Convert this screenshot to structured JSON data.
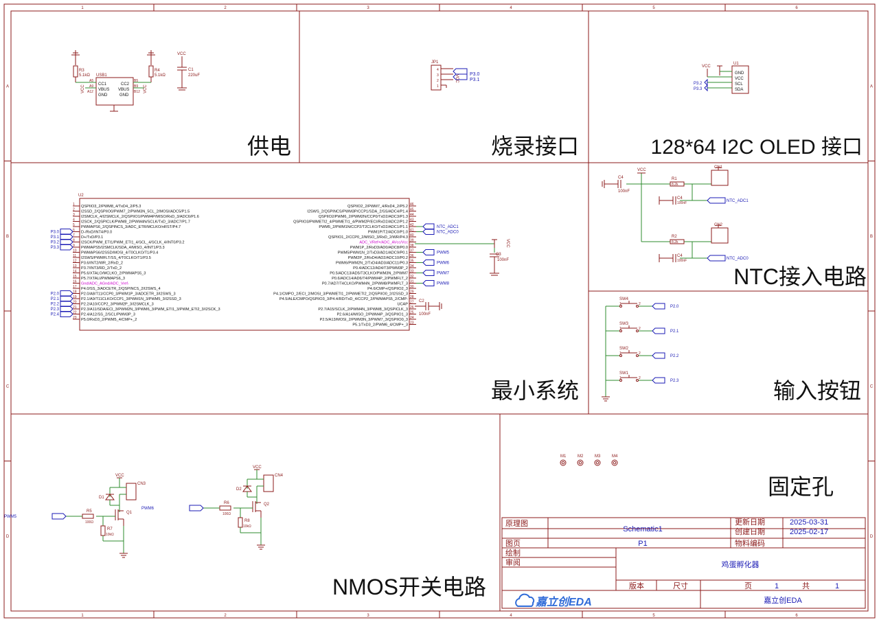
{
  "sheet": {
    "border_columns": [
      "1",
      "2",
      "3",
      "4",
      "5",
      "6"
    ],
    "border_rows": [
      "A",
      "B",
      "C",
      "D"
    ],
    "colors": {
      "border": "#8b1a1a",
      "wire": "#2e8b2e",
      "part": "#8b1a1a",
      "net_label": "#1a1ab4",
      "power_pin": "#cc00cc",
      "background": "#ffffff"
    }
  },
  "blocks": {
    "power": {
      "title": "供电",
      "labels": {
        "r3": "R3",
        "r3_val": "5.1kΩ",
        "r4": "R4",
        "r4_val": "5.1kΩ",
        "usb": "USB1",
        "cc1": "CC1",
        "cc2": "CC2",
        "vbus1": "VBUS",
        "vbus2": "VBUS",
        "gnd1": "GND",
        "gnd2": "GND",
        "a5": "A5",
        "b5": "B5",
        "a9": "A9",
        "b9": "B9",
        "a12": "A12",
        "b12": "B12",
        "vcc1": "VCC",
        "vcc2": "VCC",
        "vcc3": "VCC",
        "c1": "C1",
        "c1_val": "220uF"
      }
    },
    "programming": {
      "title": "烧录接口",
      "labels": {
        "jp1": "JP1",
        "pin_nums": [
          "4",
          "3",
          "2",
          "1"
        ],
        "vcc": "VCC",
        "p30": "P3.0",
        "p31": "P3.1"
      }
    },
    "oled": {
      "title": "128*64 I2C OLED 接口",
      "labels": {
        "u1": "U1",
        "vcc_net": "VCC",
        "pins": [
          "GND",
          "VCC",
          "SCL",
          "SDA"
        ],
        "p32": "P3.2",
        "p33": "P3.3"
      }
    },
    "mcu": {
      "title": "最小系统",
      "ref": "U2",
      "left_pins": [
        {
          "num": "1",
          "name": "QSPIIO3_2/PWM8_4/TxD4_2/P5.3",
          "net": ""
        },
        {
          "num": "2",
          "name": "I2SSD_2/QSPIIO0/PWM7_2/PWM3N_5CL_2/MOSI/ADC5/P1.5",
          "net": ""
        },
        {
          "num": "3",
          "name": "I2SMCLK_4/I2SMCLK_2/QSPIIO1/PWM4P/MISO/RxD_3/ADC6/P1.6",
          "net": ""
        },
        {
          "num": "4",
          "name": "I2SCK_2/QSPICLK/PWM8_2/PWM4N/SCLK/TxD_3/ADC7/P1.7",
          "net": ""
        },
        {
          "num": "5",
          "name": "PWMAPS6_2/QSPINCS_3/ADC_ETR/MCLKO/nRST/P4.7",
          "net": ""
        },
        {
          "num": "6",
          "name": "D-/RxD/INT4/P3.0",
          "net": "P3.0"
        },
        {
          "num": "7",
          "name": "D+/TxD/P3.1",
          "net": "P3.1"
        },
        {
          "num": "8",
          "name": "I2SCK/PWM_ETI1/PWM_ETI1_4/SCL_4/SCLK_4/INT0/P3.2",
          "net": "P3.2"
        },
        {
          "num": "9",
          "name": "PWMAPS5/I2SMCLK/SDA_4/MISO_4/INT1/P3.3",
          "net": "P3.3"
        },
        {
          "num": "10",
          "name": "PWMAPS6/I2SSD/MOSI_4/T0CLKO/T1/P3.4",
          "net": ""
        },
        {
          "num": "11",
          "name": "I2SWS/PWMFLT/SS_4/T0CLKO/T1/P3.5",
          "net": ""
        },
        {
          "num": "12",
          "name": "P3.6/INT2/WR_2/RxD_2",
          "net": ""
        },
        {
          "num": "13",
          "name": "P3.7/INT3/RD_2/TxD_2",
          "net": ""
        },
        {
          "num": "14",
          "name": "P5.6/XTALO/MCLKO_2/PWMAPS5_3",
          "net": ""
        },
        {
          "num": "15",
          "name": "P5.7/XTALI/PWMAPS6_3",
          "net": ""
        },
        {
          "num": "16",
          "name": "Gnd/ADC_AGnd/ADC_Vref-",
          "net": ""
        },
        {
          "num": "17",
          "name": "P4.0/SS_3/ADCETR_2/QSPINCS_2/I2SWS_4",
          "net": ""
        },
        {
          "num": "18",
          "name": "P2.0/A8/T11/CCP0_3/PWM1P_3/ADCETR_3/I2SWS_3",
          "net": "P2.0"
        },
        {
          "num": "19",
          "name": "P2.1/A9/T11CLKO/CCP1_3/PWM1N_3/PWM5_3/I2SSD_3",
          "net": "P2.1"
        },
        {
          "num": "20",
          "name": "P2.2/A10/CCP2_3/PWM2P_3/I2SMCLK_3",
          "net": "P2.2"
        },
        {
          "num": "21",
          "name": "P2.3/A11/SDA/ECI_3/PWM2N_3/PWM6_3/PWM_ETI1_3/PWM_ETI2_3/I2SCK_3",
          "net": "P2.3"
        },
        {
          "num": "22",
          "name": "P2.4/A12/SS_2/SCL/PWM3P_3",
          "net": "P2.4"
        },
        {
          "num": "23",
          "name": "P5.0/RxD3_2/PWM5_4/CMP+_2",
          "net": ""
        }
      ],
      "right_pins": [
        {
          "num": "46",
          "name": "QSPIIO2_2/PWM7_4/RxD4_2/P5.2",
          "net": ""
        },
        {
          "num": "45",
          "name": "I2SWS_2/QSPINCS/PWM3P/CCP1/SDA_2/SS/ADC4/P1.4",
          "net": ""
        },
        {
          "num": "44",
          "name": "QSPIIO2/PWM6_2/PWM2N/CCP0/TxD2/ADC3/P1.3",
          "net": ""
        },
        {
          "num": "43",
          "name": "QSPIIO3/PWMETI2_4/PWMETI1_4/PWM2P/ECI/RxD2/ADC2/P1.2",
          "net": ""
        },
        {
          "num": "42",
          "name": "PWM5_2/PWM1N/CCP2/T2CLKO/TxD2/ADC1/P1.1",
          "net": "NTC_ADC1"
        },
        {
          "num": "41",
          "name": "PWM1P/T2/ADC0/P1.0",
          "net": "NTC_ADC0"
        },
        {
          "num": "40",
          "name": "QSPIIO1_2/CCP0_2/MISO_3/RxD_2/WR/P4.3",
          "net": ""
        },
        {
          "num": "39",
          "name": "ADC_VRef+/ADC_AVcc/Vcc",
          "net": "VCC"
        },
        {
          "num": "38",
          "name": "PWM1P_2/RxD3/AD0/ADC8/P0.0",
          "net": ""
        },
        {
          "num": "37",
          "name": "PWM5/PWM1N_2/TxD3/AD1/ADC9/P0.1",
          "net": "PWM5"
        },
        {
          "num": "36",
          "name": "PWM2P_2/RxD4/AD2/ADC10/P0.2",
          "net": ""
        },
        {
          "num": "35",
          "name": "PWM6/PWM2N_2/TxD4/AD3/ADC11/P0.3",
          "net": "PWM6"
        },
        {
          "num": "34",
          "name": "P0.4/ADC12/AD4/T3/PWM3P_2",
          "net": ""
        },
        {
          "num": "33",
          "name": "P0.5/ADC13/AD5/T3CLKO/PWM3N_2/PWM7",
          "net": "PWM7"
        },
        {
          "num": "32",
          "name": "P0.6/ADC14/AD6/T4/PWM4P_2/PWMFLT_2",
          "net": ""
        },
        {
          "num": "31",
          "name": "P0.7/AD7/T4CLKO/PWM4N_2/PWM8/PWMFLT_3",
          "net": "PWM8"
        },
        {
          "num": "30",
          "name": "P4.6/CMP+/QSPIIO2_3",
          "net": ""
        },
        {
          "num": "29",
          "name": "P4.1/CMPO_2/ECI_2/MOSI_3/PWMETI1_2/PWMETI2_2/QSPIIO0_2/I2SSD_3",
          "net": ""
        },
        {
          "num": "28",
          "name": "P4.5/ALE/CMPO/QSPIIO3_3/P4.4/RD/TxD_4/CCP2_2/PWMAPS5_2/CMP-",
          "net": ""
        },
        {
          "num": "27",
          "name": "UCAP",
          "net": ""
        },
        {
          "num": "26",
          "name": "P2.7/A15/SCLK_2/PWM4N_3/PWM8_3/QSPICLK_3",
          "net": ""
        },
        {
          "num": "25",
          "name": "P2.6/A14/MISO_2/PWM4P_3/QSPIIO1_3",
          "net": ""
        },
        {
          "num": "24",
          "name": "P2.5/A13/MOSI_2/PWM3N_3/PWM7_3/QSPIIO0_3",
          "net": ""
        },
        {
          "num": "23b",
          "name": "P5.1/TxD3_2/PWM6_4/CMP+_3",
          "net": ""
        }
      ],
      "labels": {
        "c3": "C3",
        "c3_val": "100nF",
        "c2": "C2",
        "c2_val": "100nF",
        "vcc": "VCC"
      }
    },
    "ntc": {
      "title": "NTC接入电路",
      "labels": {
        "vcc": "VCC",
        "c4a": "C4",
        "c4a_val": "100nF",
        "r1": "R1",
        "r1_val": "8.2k",
        "cn1": "CN1",
        "c4b": "C4",
        "c4b_val": "100nF",
        "adc1": "NTC_ADC1",
        "r2": "R2",
        "r2_val": "8.2k",
        "cn2": "CN2",
        "c4c": "C4",
        "c4c_val": "100nF",
        "adc0": "NTC_ADC0"
      }
    },
    "buttons": {
      "title": "输入按钮",
      "switches": [
        {
          "ref": "SW4",
          "net": "P2.0"
        },
        {
          "ref": "SW3",
          "net": "P2.1"
        },
        {
          "ref": "SW2",
          "net": "P2.2"
        },
        {
          "ref": "SW1",
          "net": "P2.3"
        }
      ]
    },
    "nmos": {
      "title": "NMOS开关电路",
      "left": {
        "vcc": "VCC",
        "cn": "CN3",
        "d": "D1",
        "q": "Q1",
        "r_gate": "R5",
        "r_gate_val": "100Ω",
        "r_pd": "R7",
        "r_pd_val": "10kΩ",
        "in": "PWM5"
      },
      "right": {
        "vcc": "VCC",
        "cn": "CN4",
        "d": "D2",
        "q": "Q2",
        "r_gate": "R6",
        "r_gate_val": "100Ω",
        "r_pd": "R8",
        "r_pd_val": "10kΩ",
        "in": "PWM6"
      }
    },
    "mounting": {
      "title": "固定孔",
      "holes": [
        "M1",
        "M2",
        "M3",
        "M4"
      ]
    }
  },
  "title_block": {
    "schematic_label": "原理图",
    "schematic_value": "Schematic1",
    "page_label": "图页",
    "page_value": "P1",
    "drawn_label": "绘制",
    "review_label": "审阅",
    "updated_label": "更新日期",
    "updated_value": "2025-03-31",
    "created_label": "创建日期",
    "created_value": "2025-02-17",
    "material_label": "物料编码",
    "material_value": "",
    "project_name": "鸡蛋孵化器",
    "version_label": "版本",
    "size_label": "尺寸",
    "page_num_label": "页",
    "page_num": "1",
    "total_label": "共",
    "total": "1",
    "logo_text": "嘉立创EDA",
    "company": "嘉立创EDA"
  }
}
